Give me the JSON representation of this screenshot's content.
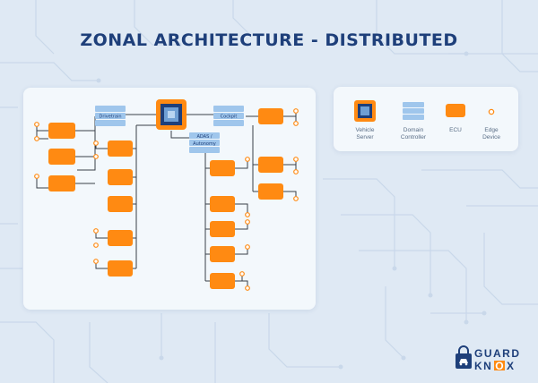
{
  "title": "ZONAL ARCHITECTURE - DISTRIBUTED",
  "controllers": {
    "drivetrain": "Drivetrain",
    "cockpit": "Cockpit",
    "adas_line1": "ADAS /",
    "adas_line2": "Autonomy"
  },
  "legend": {
    "vehicle_server": [
      "Vehicle",
      "Server"
    ],
    "domain_controller": [
      "Domain",
      "Controller"
    ],
    "ecu": "ECU",
    "edge_device": [
      "Edge",
      "Device"
    ]
  },
  "logo": {
    "brand": "GUARDKNOX"
  },
  "colors": {
    "background": "#dfe9f4",
    "title": "#1e3f7a",
    "ecu": "#ff8a12",
    "line": "#3a3f48",
    "controller": "#9fc6ec",
    "server_outer": "#ff8a12",
    "server_inner": "#1e3f7a"
  }
}
